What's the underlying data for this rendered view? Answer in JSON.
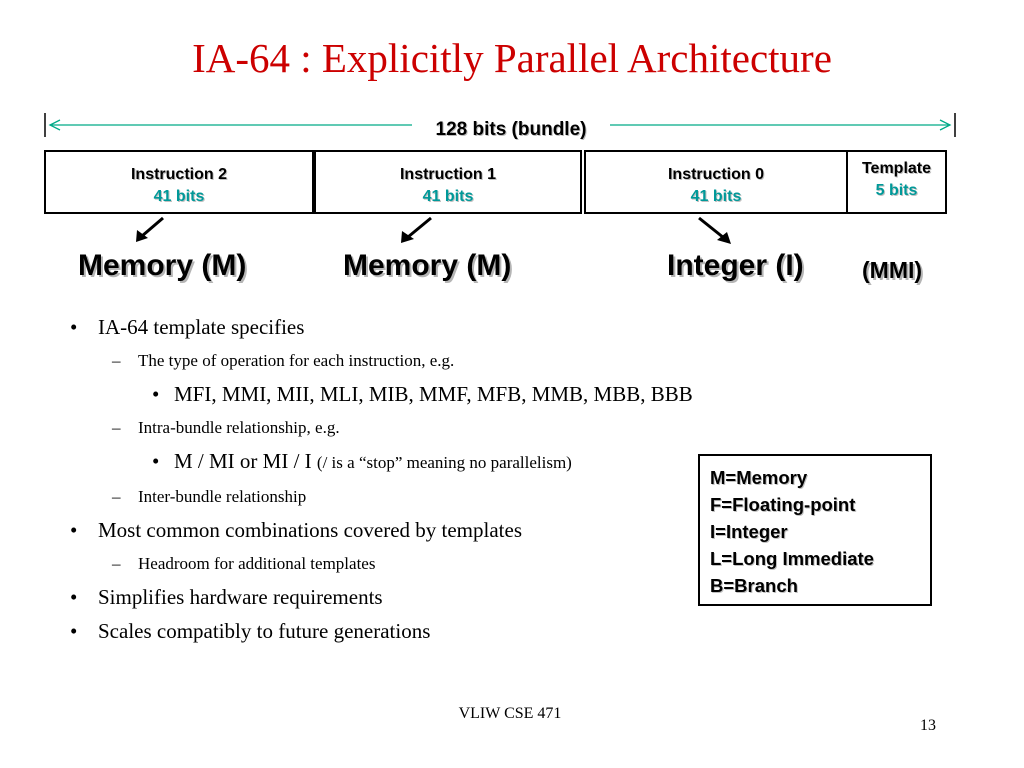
{
  "slide": {
    "title": "IA-64 : Explicitly Parallel Architecture",
    "bundle_label": "128 bits (bundle)",
    "boxes": [
      {
        "name": "Instruction 2",
        "bits": "41 bits"
      },
      {
        "name": "Instruction 1",
        "bits": "41 bits"
      },
      {
        "name": "Instruction 0",
        "bits": "41 bits"
      },
      {
        "name": "Template",
        "bits": "5 bits"
      }
    ],
    "unit_labels": [
      "Memory (M)",
      "Memory (M)",
      "Integer (I)"
    ],
    "template_label": "(MMI)",
    "bullets": {
      "b1": "IA-64 template specifies",
      "b1_s1": "The type of operation for each instruction, e.g.",
      "b1_s1_x1": "MFI, MMI, MII, MLI, MIB, MMF, MFB, MMB, MBB, BBB",
      "b1_s2": "Intra-bundle relationship, e.g.",
      "b1_s2_x1_main": "M / MI or MI / I",
      "b1_s2_x1_note": "(/ is a “stop” meaning no parallelism)",
      "b1_s3": "Inter-bundle relationship",
      "b2": "Most common combinations covered by templates",
      "b2_s1": "Headroom for additional templates",
      "b3": "Simplifies hardware requirements",
      "b4": "Scales compatibly to future generations"
    },
    "markers": {
      "bullet": "•",
      "dash": "–"
    },
    "legend": [
      "M=Memory",
      "F=Floating-point",
      "I=Integer",
      "L=Long Immediate",
      "B=Branch"
    ],
    "footer": "VLIW CSE 471",
    "page_number": "13"
  },
  "colors": {
    "title": "#cc0000",
    "bits_text": "#009999",
    "bundle_arrow": "#00aa88"
  }
}
